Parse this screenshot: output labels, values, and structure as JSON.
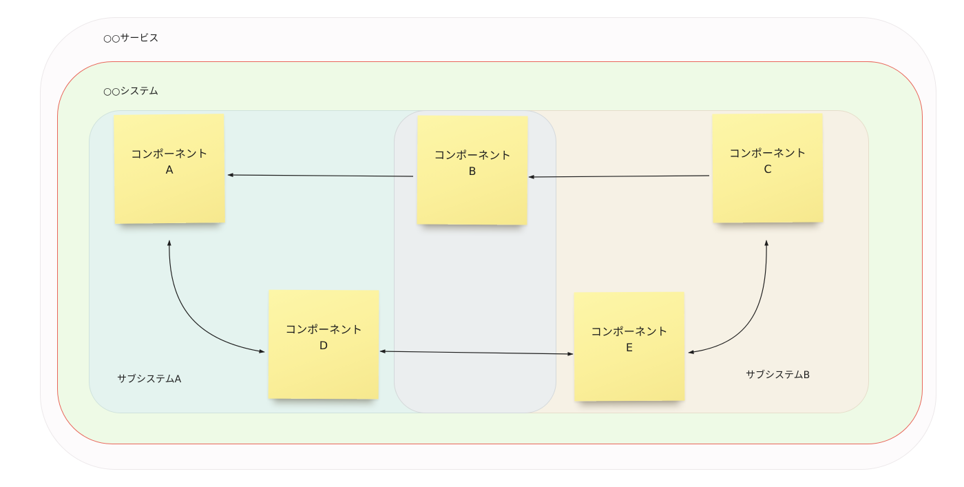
{
  "frames": {
    "service": {
      "label": "○○サービス"
    },
    "system": {
      "label": "○○システム"
    },
    "subsystem_a": {
      "label": "サブシステムA"
    },
    "subsystem_b": {
      "label": "サブシステムB"
    }
  },
  "components": {
    "a": {
      "title": "コンポーネント",
      "id": "A"
    },
    "b": {
      "title": "コンポーネント",
      "id": "B"
    },
    "c": {
      "title": "コンポーネント",
      "id": "C"
    },
    "d": {
      "title": "コンポーネント",
      "id": "D"
    },
    "e": {
      "title": "コンポーネント",
      "id": "E"
    }
  },
  "colors": {
    "system_border": "#e9655a",
    "sticky_note": "#fbf09b",
    "arrow": "#1f1f1f"
  }
}
